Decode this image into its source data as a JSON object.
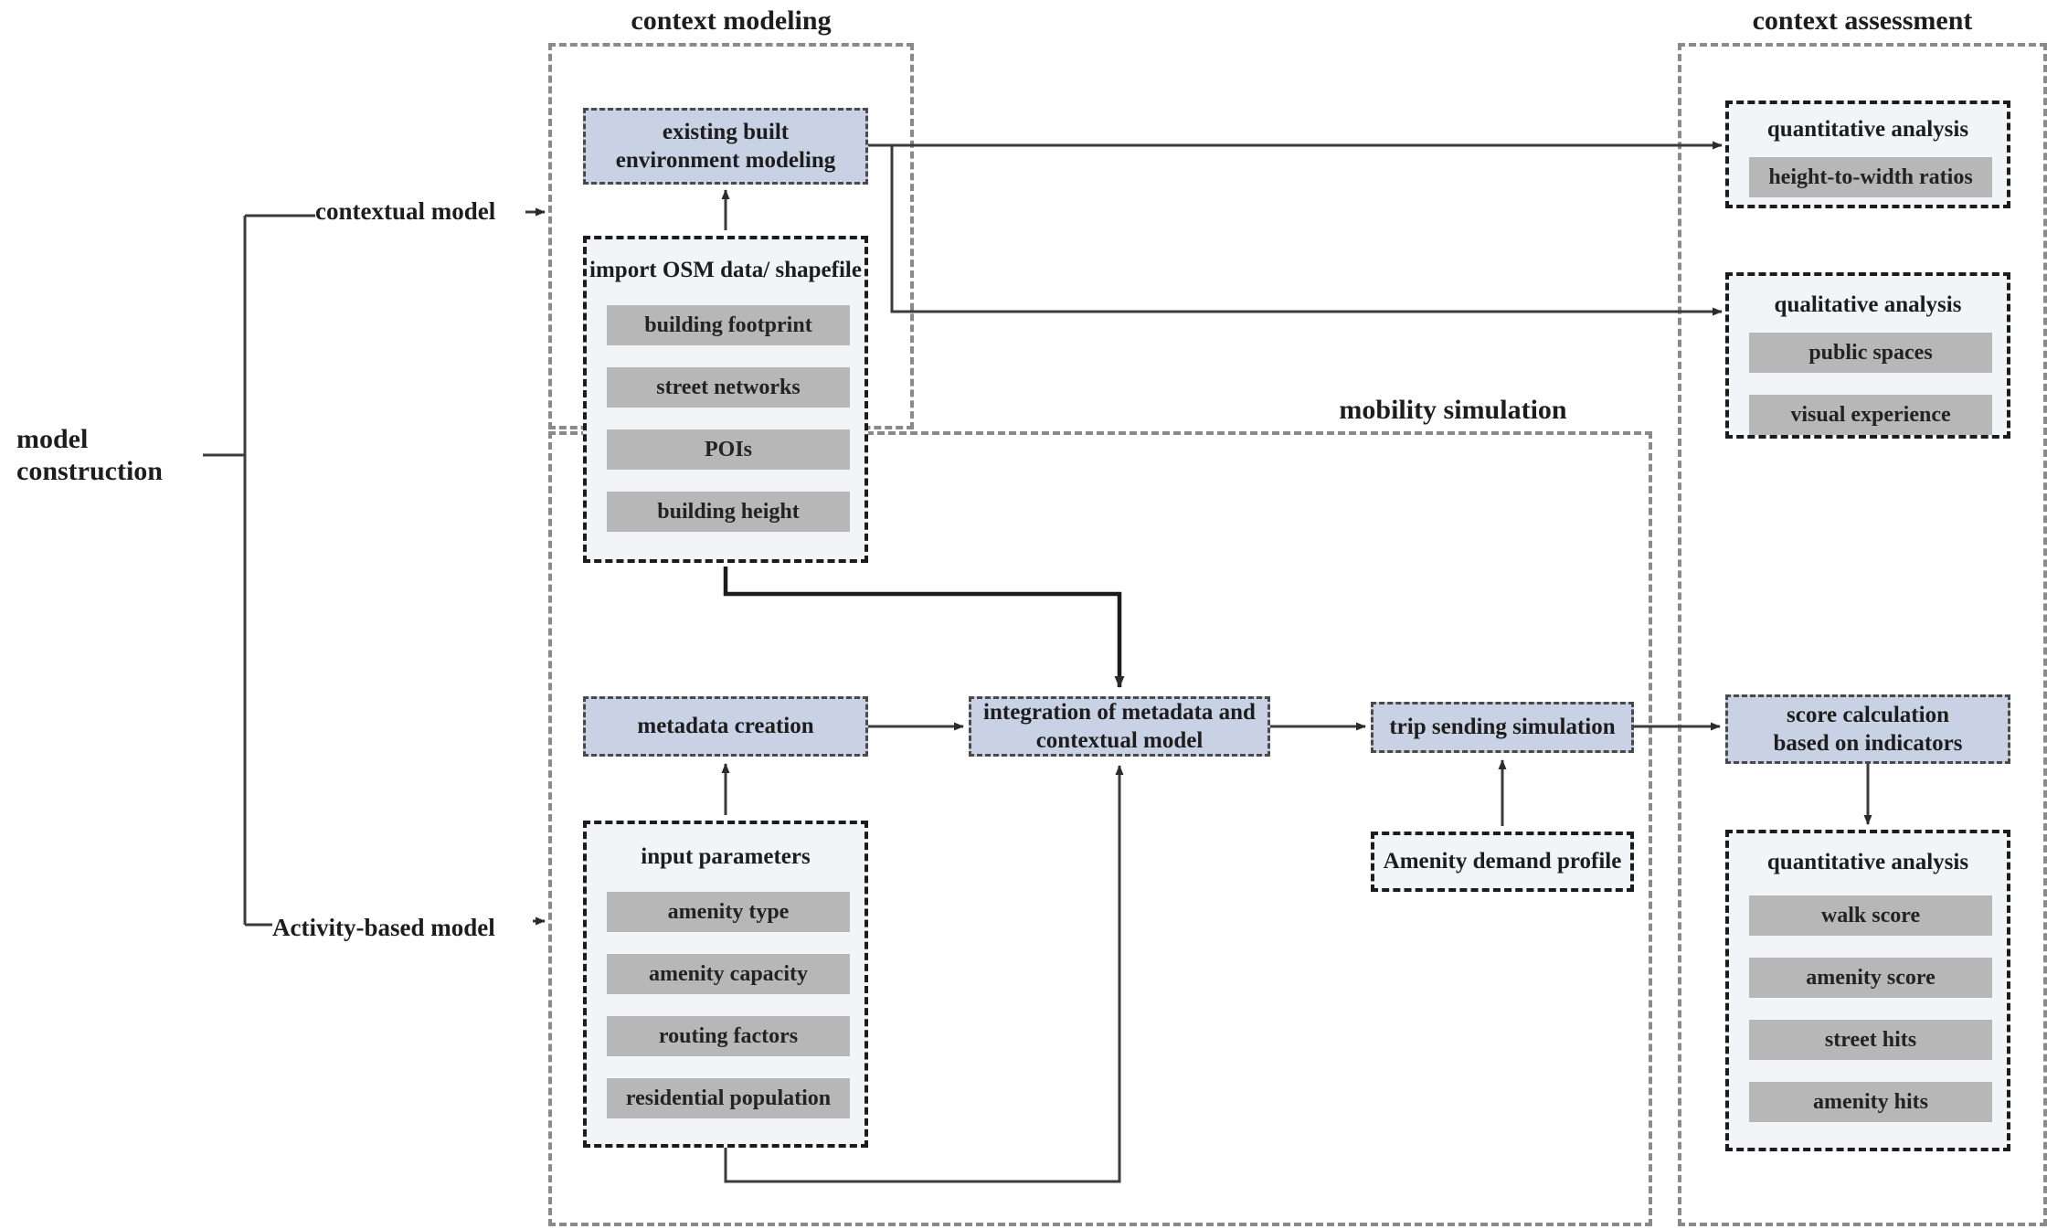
{
  "diagram": {
    "title_left": "model\nconstruction",
    "branch_labels": {
      "contextual": "contextual model",
      "activity": "Activity-based model"
    },
    "groups": [
      {
        "key": "context_modeling",
        "title": "context modeling"
      },
      {
        "key": "mobility_sim",
        "title": "mobility simulation"
      },
      {
        "key": "context_assessment",
        "title": "context assessment"
      }
    ],
    "boxes": {
      "existing_built": "existing built\nenvironment modeling",
      "metadata_creation": "metadata creation",
      "integration": "integration of metadata and\ncontextual model",
      "trip_sending": "trip sending simulation",
      "score_calculation": "score calculation\nbased on indicators",
      "amenity_demand": "Amenity demand profile"
    },
    "panels": {
      "import_osm": {
        "title": "import OSM data/ shapefile",
        "items": [
          "building footprint",
          "street networks",
          "POIs",
          "building height"
        ]
      },
      "input_parameters": {
        "title": "input parameters",
        "items": [
          "amenity type",
          "amenity capacity",
          "routing factors",
          "residential population"
        ]
      },
      "quantitative_top": {
        "title": "quantitative analysis",
        "items": [
          "height-to-width ratios"
        ]
      },
      "qualitative": {
        "title": "qualitative analysis",
        "items": [
          "public spaces",
          "visual experience"
        ]
      },
      "quantitative_bottom": {
        "title": "quantitative analysis",
        "items": [
          "walk score",
          "amenity score",
          "street hits",
          "amenity hits"
        ]
      }
    },
    "colors": {
      "process_box_fill": "#c8d2e4",
      "panel_fill": "#f2f4f7",
      "item_bar_fill": "#b7b7b7",
      "group_border": "#8a8a8a",
      "panel_border": "#1c1c1c",
      "wire": "#3b3b3b"
    }
  }
}
